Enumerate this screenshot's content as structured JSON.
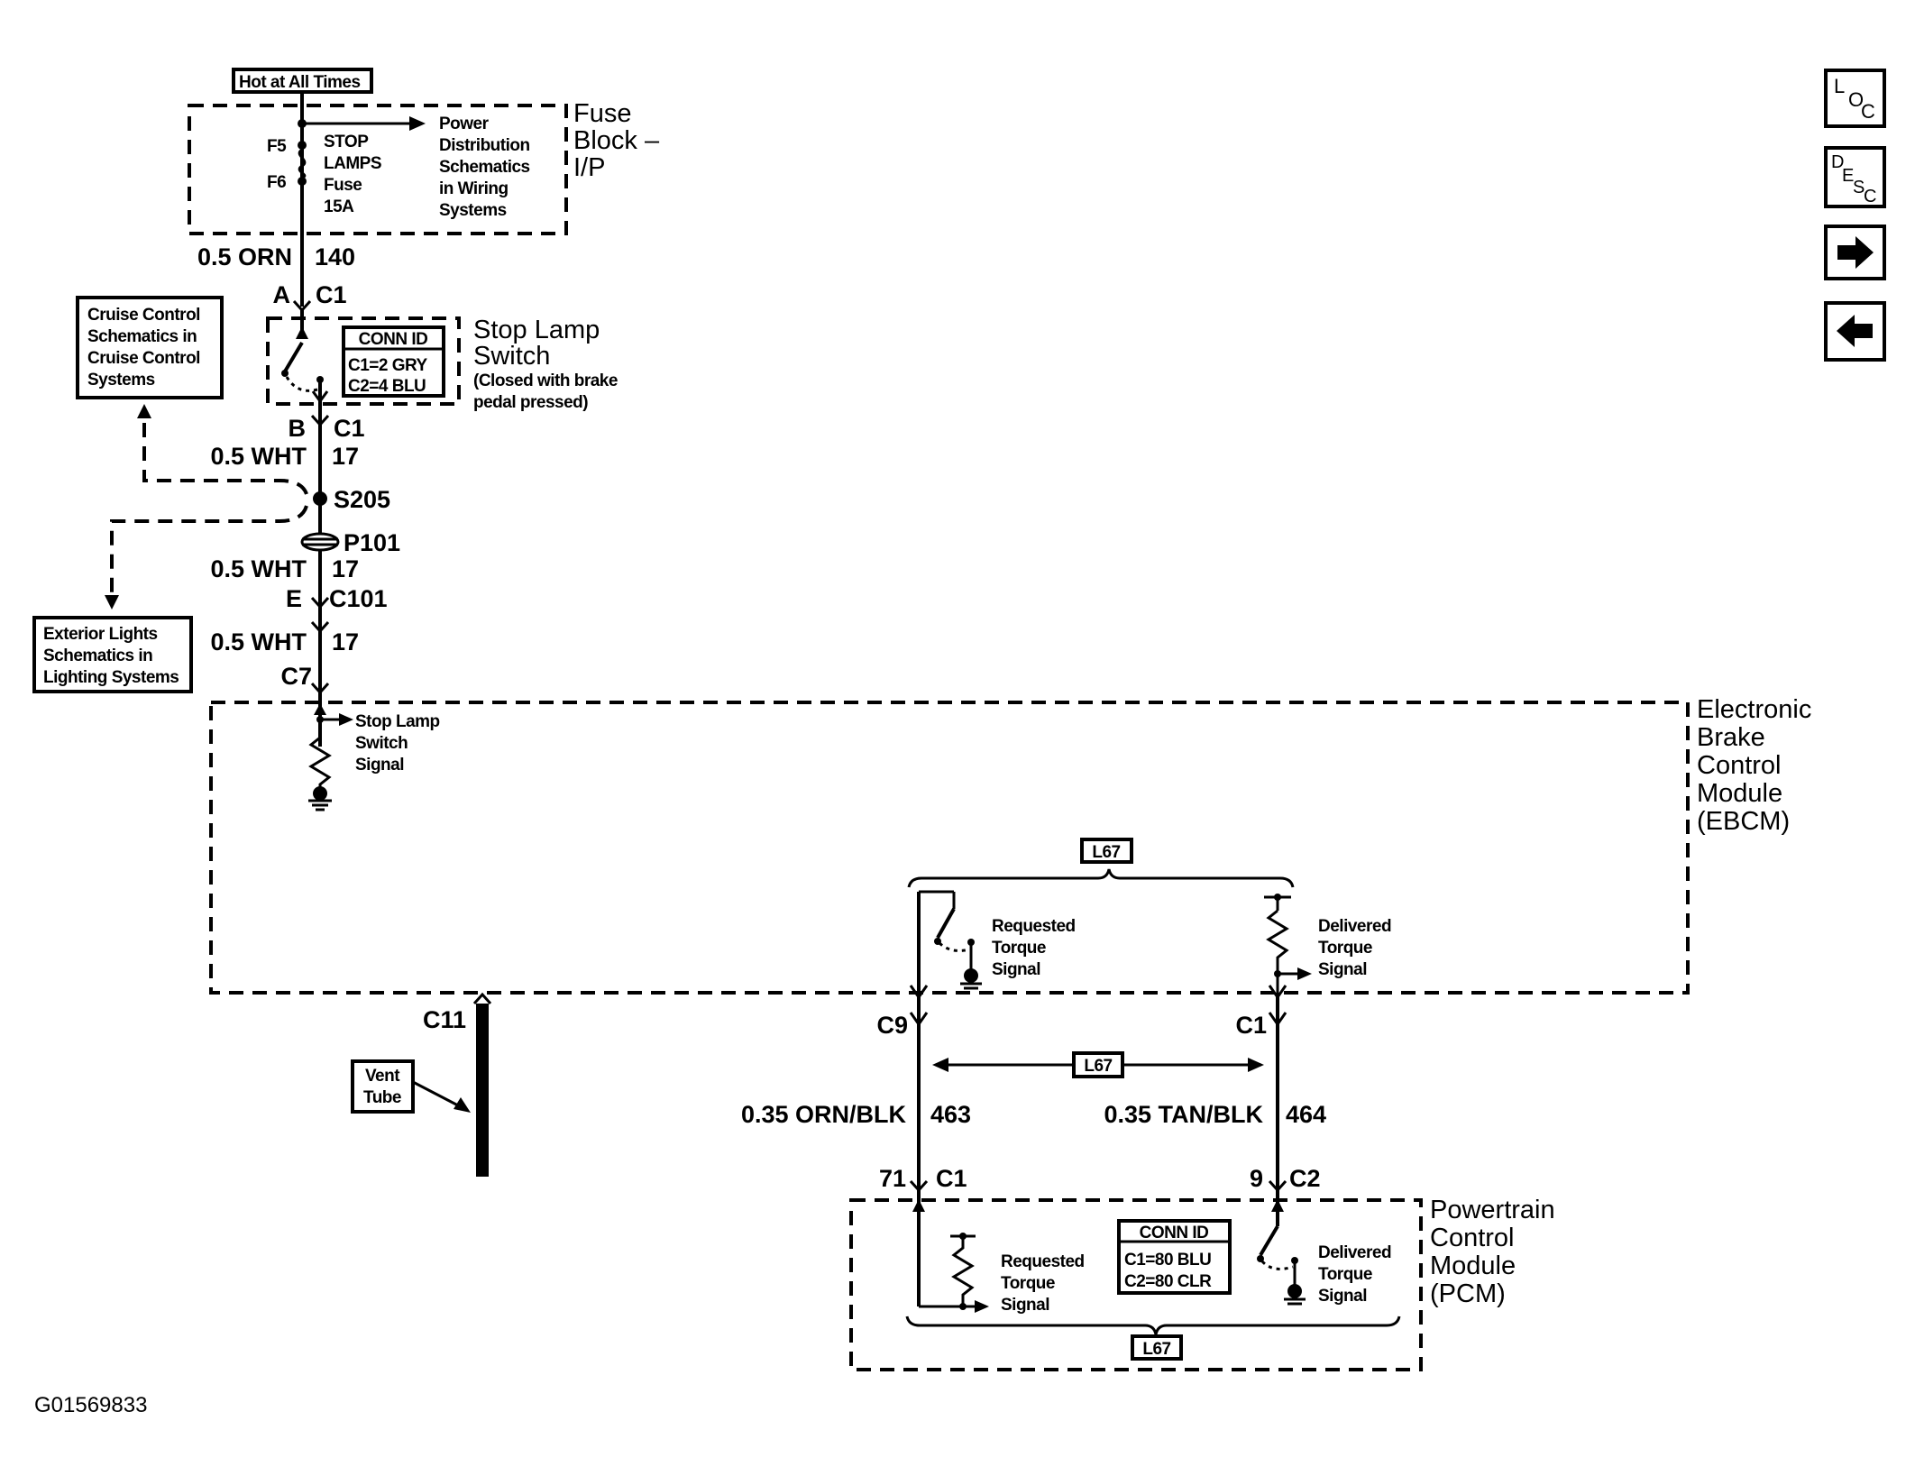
{
  "hot_label": "Hot at All Times",
  "fuse_block": {
    "line1": "Fuse",
    "line2": "Block –",
    "line3": "I/P"
  },
  "fuse_f5": "F5",
  "fuse_f6": "F6",
  "fuse_desc": [
    "STOP",
    "LAMPS",
    "Fuse",
    "15A"
  ],
  "power_dist": [
    "Power",
    "Distribution",
    "Schematics",
    "in Wiring",
    "Systems"
  ],
  "wire_orn_gauge": "0.5 ORN",
  "wire_orn_circuit": "140",
  "conn_a_pin": "A",
  "conn_a_name": "C1",
  "stop_switch_title": [
    "Stop Lamp",
    "Switch"
  ],
  "stop_switch_note": [
    "(Closed with brake",
    "pedal pressed)"
  ],
  "conn_id_box1": {
    "title": "CONN ID",
    "rows": [
      "C1=2 GRY",
      "C2=4 BLU"
    ]
  },
  "cruise_box": [
    "Cruise Control",
    "Schematics in",
    "Cruise Control",
    "Systems"
  ],
  "conn_b_pin": "B",
  "conn_b_name": "C1",
  "wire1_gauge": "0.5 WHT",
  "wire1_circuit": "17",
  "splice": "S205",
  "pass_through": "P101",
  "wire2_gauge": "0.5 WHT",
  "wire2_circuit": "17",
  "conn_e_pin": "E",
  "conn_e_name": "C101",
  "wire3_gauge": "0.5 WHT",
  "wire3_circuit": "17",
  "conn_c7": "C7",
  "exterior_box": [
    "Exterior Lights",
    "Schematics in",
    "Lighting Systems"
  ],
  "stop_signal": [
    "Stop Lamp",
    "Switch",
    "Signal"
  ],
  "ebcm": [
    "Electronic",
    "Brake",
    "Control",
    "Module",
    "(EBCM)"
  ],
  "option_l67": "L67",
  "ebcm_req": [
    "Requested",
    "Torque",
    "Signal"
  ],
  "ebcm_del": [
    "Delivered",
    "Torque",
    "Signal"
  ],
  "conn_c11": "C11",
  "vent_tube": [
    "Vent",
    "Tube"
  ],
  "conn_c9": "C9",
  "conn_c1_right": "C1",
  "wire_left_gauge": "0.35 ORN/BLK",
  "wire_left_circuit": "463",
  "wire_right_gauge": "0.35 TAN/BLK",
  "wire_right_circuit": "464",
  "pcm_pin_left": "71",
  "pcm_conn_left": "C1",
  "pcm_pin_right": "9",
  "pcm_conn_right": "C2",
  "pcm": [
    "Powertrain",
    "Control",
    "Module",
    "(PCM)"
  ],
  "pcm_req": [
    "Requested",
    "Torque",
    "Signal"
  ],
  "pcm_del": [
    "Delivered",
    "Torque",
    "Signal"
  ],
  "conn_id_box2": {
    "title": "CONN ID",
    "rows": [
      "C1=80 BLU",
      "C2=80 CLR"
    ]
  },
  "figure_id": "G01569833",
  "nav": {
    "loc": {
      "a": "L",
      "b": "O",
      "c": "C"
    },
    "desc": {
      "a": "D",
      "b": "E",
      "c": "S",
      "d": "C"
    },
    "forward": "forward-arrow-icon",
    "back": "back-arrow-icon"
  }
}
